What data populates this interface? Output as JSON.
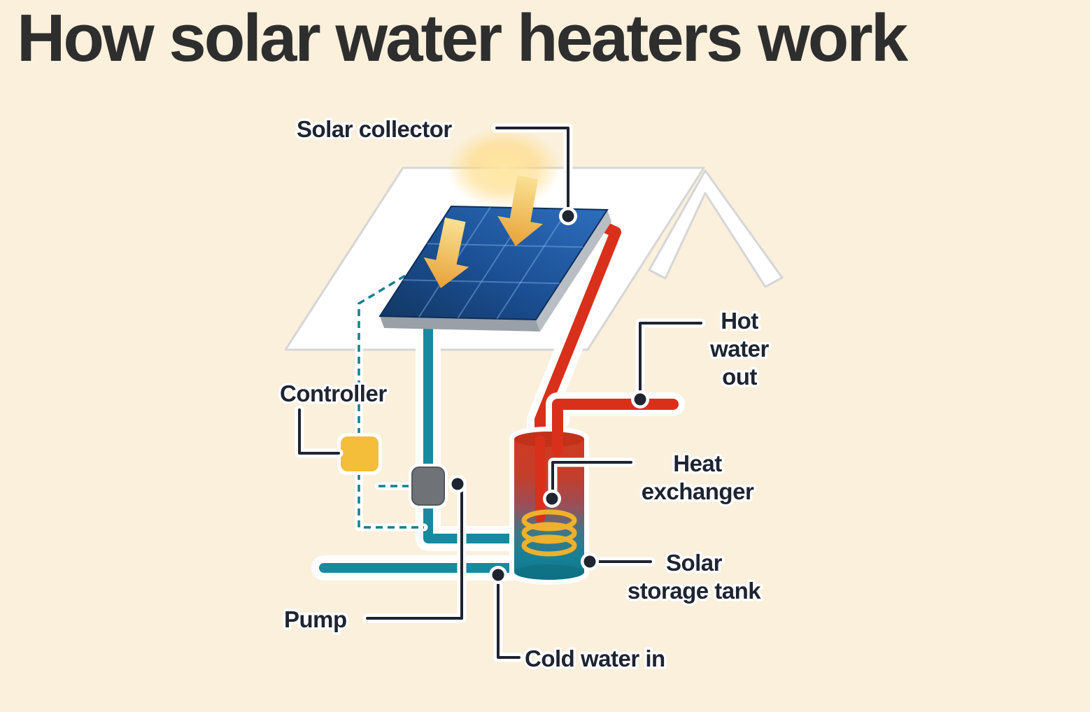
{
  "title": "How solar water heaters work",
  "diagram": {
    "labels": {
      "solar_collector": "Solar collector",
      "hot_water_out": {
        "line1": "Hot",
        "line2": "water",
        "line3": "out"
      },
      "controller": "Controller",
      "heat_exchanger": {
        "line1": "Heat",
        "line2": "exchanger"
      },
      "solar_storage_tank": {
        "line1": "Solar",
        "line2": "storage tank"
      },
      "pump": "Pump",
      "cold_water_in": "Cold water in"
    },
    "colors": {
      "background": "#FAF0DC",
      "title_text": "#2E2E2E",
      "label_text": "#1E2430",
      "hot_pipe_red": "#D9301B",
      "cold_pipe_teal": "#1789A0",
      "collector_blue": "#1B4F93",
      "collector_blue_dark": "#123763",
      "sun_arrow_yellow": "#F2C14E",
      "controller_yellow": "#F4BD3A",
      "pump_gray": "#6F7377",
      "coil_yellow": "#EFB02C",
      "roof_white": "#FFFFFF",
      "roof_outline": "#D6D6D6",
      "tank_top_red": "#C23119"
    }
  }
}
